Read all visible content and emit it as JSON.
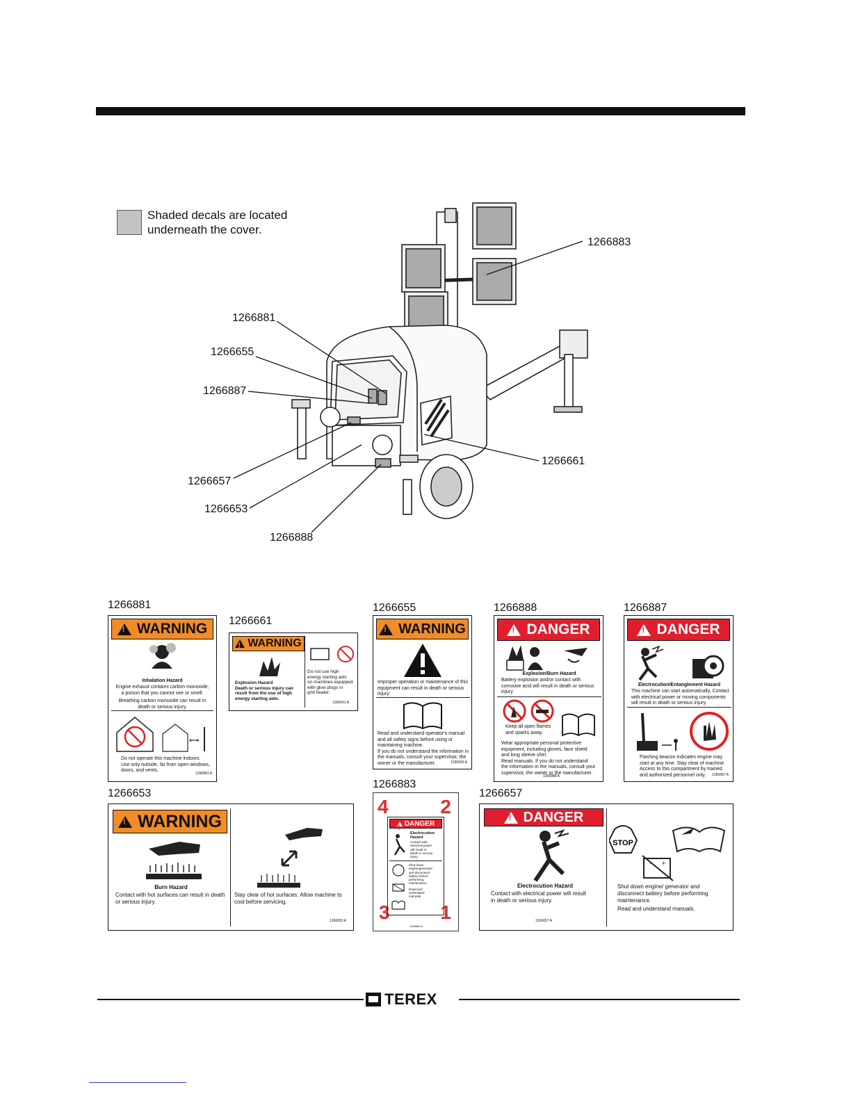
{
  "legend": {
    "line1": "Shaded decals are located",
    "line2": "underneath the cover."
  },
  "callouts": {
    "c1": "1266883",
    "c2": "1266881",
    "c3": "1266655",
    "c4": "1266887",
    "c5": "1266661",
    "c6": "1266657",
    "c7": "1266653",
    "c8": "1266888"
  },
  "decals": {
    "d1266881": {
      "number": "1266881",
      "header": "WARNING",
      "hazard": "Inhalation Hazard",
      "line1": "Engine exhaust contains carbon monoxide,",
      "line2": "a poison that you cannot see or smell.",
      "line3": "Breathing carbon monoxide can result in",
      "line4": "death or serious injury.",
      "line5": "Do not operate this machine indoors.",
      "line6": "Use only outside, far from open windows,",
      "line7": "doors, and vents.",
      "code": "1266881 A"
    },
    "d1266661": {
      "number": "1266661",
      "header": "WARNING",
      "hazard": "Explosion Hazard",
      "line1": "Death or serious injury can",
      "line2": "result from the use of high",
      "line3": "energy starting aids.",
      "r1": "Do not use high",
      "r2": "energy starting aids",
      "r3": "on machines equipped",
      "r4": "with glow plugs or",
      "r5": "grid heater.",
      "code": "1266661 A"
    },
    "d1266655": {
      "number": "1266655",
      "header": "WARNING",
      "line1": "Improper operation or maintenance of this",
      "line2": "equipment can result in death or serious",
      "line3": "injury.",
      "line4": "Read and understand operator's manual",
      "line5": "and all safety signs before using or",
      "line6": "maintaining machine.",
      "line7": "If you do not understand the information in",
      "line8": "the manuals, consult your supervisor, the",
      "line9": "owner or the manufacturer.",
      "code": "1266655 A"
    },
    "d1266888": {
      "number": "1266888",
      "header": "DANGER",
      "hazard": "Explosion/Burn Hazard",
      "line1": "Battery explosion and/or contact with",
      "line2": "corrosive acid will result in death or serious",
      "line3": "injury.",
      "line4": "Keep all open flames",
      "line5": "and sparks away.",
      "line6": "Wear appropriate personal protective",
      "line7": "equipment, including gloves, face shield",
      "line8": "and long sleeve shirt.",
      "line9": "Read manuals. If you do not understand",
      "line10": "the information in the manuals, consult your",
      "line11": "supervisor, the owner or the manufacturer.",
      "code": "1266888 A"
    },
    "d1266887": {
      "number": "1266887",
      "header": "DANGER",
      "hazard": "Electrocution/Entanglement Hazard",
      "line1": "This machine can start automatically. Contact",
      "line2": "with electrical power or moving components",
      "line3": "will result in death or serious injury.",
      "line4": "Flashing beacon indicates engine may",
      "line5": "start at any time. Stay clear of machine.",
      "line6": "Access to this compartment by trained",
      "line7": "and authorized personnel only.",
      "code": "1266887 A"
    },
    "d1266653": {
      "number": "1266653",
      "header": "WARNING",
      "hazard": "Burn Hazard",
      "line1": "Contact with hot surfaces can result in death",
      "line2": "or serious injury.",
      "r1": "Stay clear of hot surfaces. Allow machine to",
      "r2": "cool before servicing.",
      "code": "1266653 A"
    },
    "d1266883": {
      "number": "1266883",
      "header": "DANGER",
      "n4": "4",
      "n2": "2",
      "n3": "3",
      "n1": "1",
      "t1": "Electrocution",
      "t2": "Hazard",
      "t3": "Contact with",
      "t4": "electrical power",
      "t5": "will result in",
      "t6": "death or serious",
      "t7": "injury.",
      "t8": "Shut down",
      "t9": "engine/generator",
      "t10": "and disconnect",
      "t11": "battery before",
      "t12": "performing",
      "t13": "maintenance.",
      "t14": "Read and",
      "t15": "understand",
      "t16": "manuals.",
      "code": "1266883 A"
    },
    "d1266657": {
      "number": "1266657",
      "header": "DANGER",
      "hazard": "Electrocution Hazard",
      "line1": "Contact with electrical power will result",
      "line2": "in death or serious injury.",
      "r1": "Shut down engine/ generator and",
      "r2": "disconnect battery before performing",
      "r3": "maintenance.",
      "r4": "Read and understand manuals.",
      "stop": "STOP",
      "code": "1266657 A"
    }
  },
  "footer": {
    "brand": "TEREX"
  }
}
